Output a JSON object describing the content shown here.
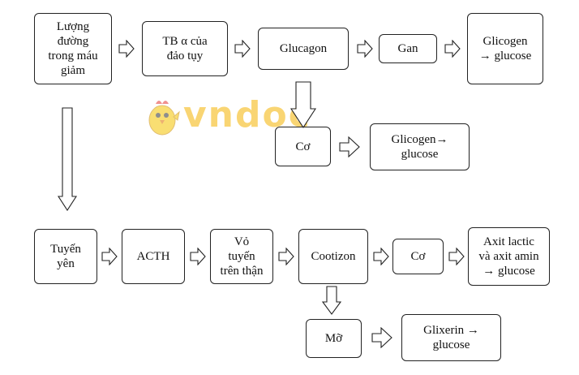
{
  "watermark": {
    "text": "vndoc",
    "color": "#f5b301"
  },
  "nodes": {
    "luong_duong": "Lượng\nđường\ntrong máu\ngiảm",
    "tb_alpha": "TB α của\nđảo tụy",
    "glucagon": "Glucagon",
    "gan": "Gan",
    "glicogen_1": "Glicogen\n→ glucose",
    "co_1": "Cơ",
    "glicogen_2": "Glicogen→\nglucose",
    "tuyen_yen": "Tuyến\nyên",
    "acth": "ACTH",
    "vo_tuyen": "Vỏ\ntuyến\ntrên thận",
    "cootizon": "Cootizon",
    "co_2": "Cơ",
    "axit": "Axit lactic\nvà axit amin\n→ glucose",
    "mo": "Mỡ",
    "glixerin": "Glixerin →\nglucose"
  }
}
